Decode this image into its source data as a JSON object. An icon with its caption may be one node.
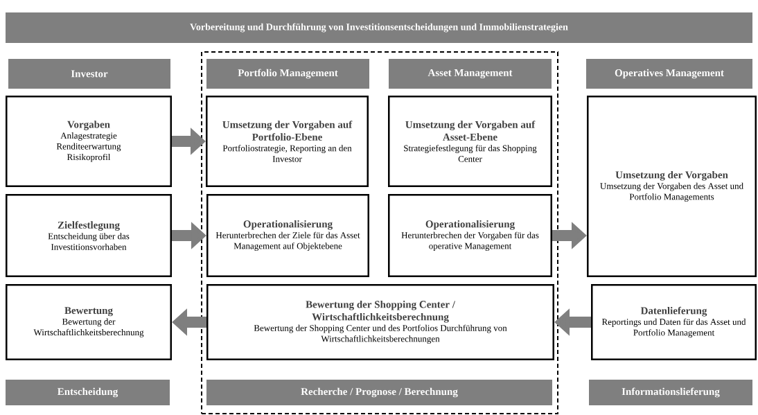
{
  "diagram": {
    "nodes": [
      {
        "text": [
          "Vorbereitung und Durchführung von Investitionsentscheidungen und Immobilienstrategien"
        ]
      },
      {
        "text": [
          "Investor"
        ]
      },
      {
        "text": [],
        "shape": "box"
      },
      {
        "text": [
          "Portfolio Management"
        ],
        "in": 2
      },
      {
        "text": [
          "Asset Management"
        ],
        "in": 2
      },
      {
        "text": [
          "Operatives Management"
        ]
      },
      {
        "text": [
          "Vorgaben",
          "Anlagestrategie Renditeerwartung Risikoprofil"
        ]
      },
      {
        "text": [
          "Umsetzung der Vorgaben auf Portfolio-Ebene",
          "Portfoliostrategie, Reporting an den Investor"
        ],
        "in": 2
      },
      {
        "text": [
          "Umsetzung der Vorgaben auf Asset-Ebene",
          "Strategiefestlegung für das Shopping Center"
        ],
        "in": 2
      },
      {
        "text": [
          "Umsetzung der Vorgaben",
          "Umsetzung der Vorgaben des Asset und Portfolio Managements"
        ]
      },
      {
        "text": [
          "Zielfestlegung",
          "Entscheidung über das Investitionsvorhaben"
        ]
      },
      {
        "text": [
          "Operationalisierung",
          "Herunterbrechen der Ziele für das Asset Management auf Objektebene"
        ],
        "in": 2
      },
      {
        "text": [
          "Operationalisierung",
          "Herunterbrechen der Vorgaben für das operative Management"
        ],
        "in": 2
      },
      {
        "text": [
          "Bewertung",
          "Bewertung der Wirtschaftlichkeitsberechnung"
        ]
      },
      {
        "text": [
          "Bewertung der Shopping Center / Wirtschaftlichkeitsberechnung",
          "Bewertung der Shopping Center und des Portfolios Durchführung von Wirtschaftlichkeitsberechnungen"
        ],
        "in": 2
      },
      {
        "text": [
          "Datenlieferung",
          "Reportings und Daten für das Asset und Portfolio Management"
        ]
      },
      {
        "text": [
          "Entscheidung"
        ]
      },
      {
        "text": [
          "Recherche / Prognose / Berechnung"
        ],
        "in": 2
      },
      {
        "text": [
          "Informationslieferung"
        ]
      }
    ],
    "edges": [
      {
        "from": 6,
        "to": 7,
        "arrow": "to"
      },
      {
        "from": 10,
        "to": 11,
        "arrow": "to"
      },
      {
        "from": 12,
        "to": 9,
        "arrow": "to"
      },
      {
        "from": 14,
        "to": 13,
        "arrow": "to"
      },
      {
        "from": 15,
        "to": 14,
        "arrow": "to"
      }
    ]
  }
}
